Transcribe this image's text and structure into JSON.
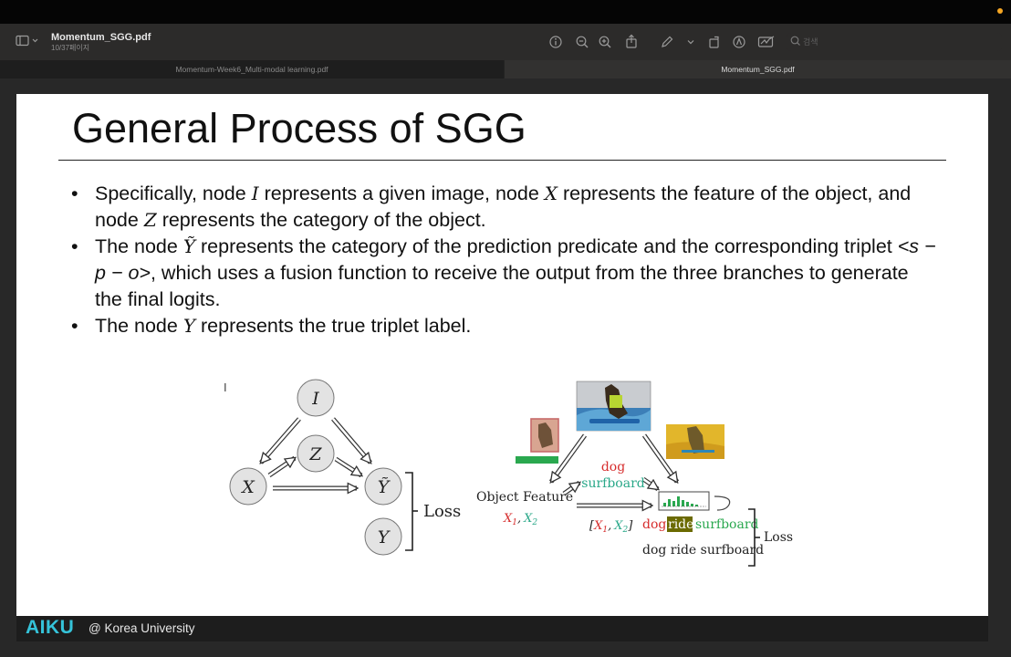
{
  "colors": {
    "accent_dot": "#f5a623",
    "brand": "#35c3d9",
    "red_label": "#d62c2c",
    "green_label": "#2aa889",
    "ride_highlight": "#6b6a00"
  },
  "toolbar": {
    "doc_title": "Momentum_SGG.pdf",
    "page_indicator": "10/37페이지",
    "search_placeholder": "검색",
    "icons": [
      "sidebar-toggle-icon",
      "info-icon",
      "zoom-out-icon",
      "zoom-in-icon",
      "share-icon",
      "pen-icon",
      "rotate-icon",
      "markup-icon",
      "signature-icon",
      "search-icon"
    ]
  },
  "tabs": [
    {
      "label": "Momentum-Week6_Multi-modal learning.pdf",
      "active": false
    },
    {
      "label": "Momentum_SGG.pdf",
      "active": true
    }
  ],
  "slide": {
    "title": "General Process of SGG",
    "bullets": [
      {
        "parts": [
          "Specifically, node ",
          "I",
          " represents a given image, node ",
          "X",
          " represents the feature of the object, and node ",
          "Z",
          " represents the category of the object."
        ]
      },
      {
        "parts": [
          "The node ",
          "Ỹ",
          " represents the category of the prediction predicate and the corresponding triplet ",
          "<s − p − o>",
          ", which uses a fusion function to receive the output from the three branches to generate the final logits."
        ]
      },
      {
        "parts": [
          "The node ",
          "Y",
          " represents the true triplet label."
        ]
      }
    ],
    "diagram_left": {
      "nodes": [
        "I",
        "Z",
        "X",
        "Ỹ",
        "Y"
      ],
      "loss_label": "Loss"
    },
    "diagram_right": {
      "object_feature_label": "Object Feature",
      "x_labels": [
        "X",
        "1",
        ",",
        "X",
        "2"
      ],
      "dog_label": "dog",
      "surfboard_label": "surfboard",
      "pred_dog": "dog",
      "pred_ride": "ride",
      "pred_surfboard": "surfboard",
      "truth_triplet": "dog ride surfboard",
      "loss_label": "Loss"
    }
  },
  "footer": {
    "brand": "AIKU",
    "text": "@ Korea University"
  }
}
